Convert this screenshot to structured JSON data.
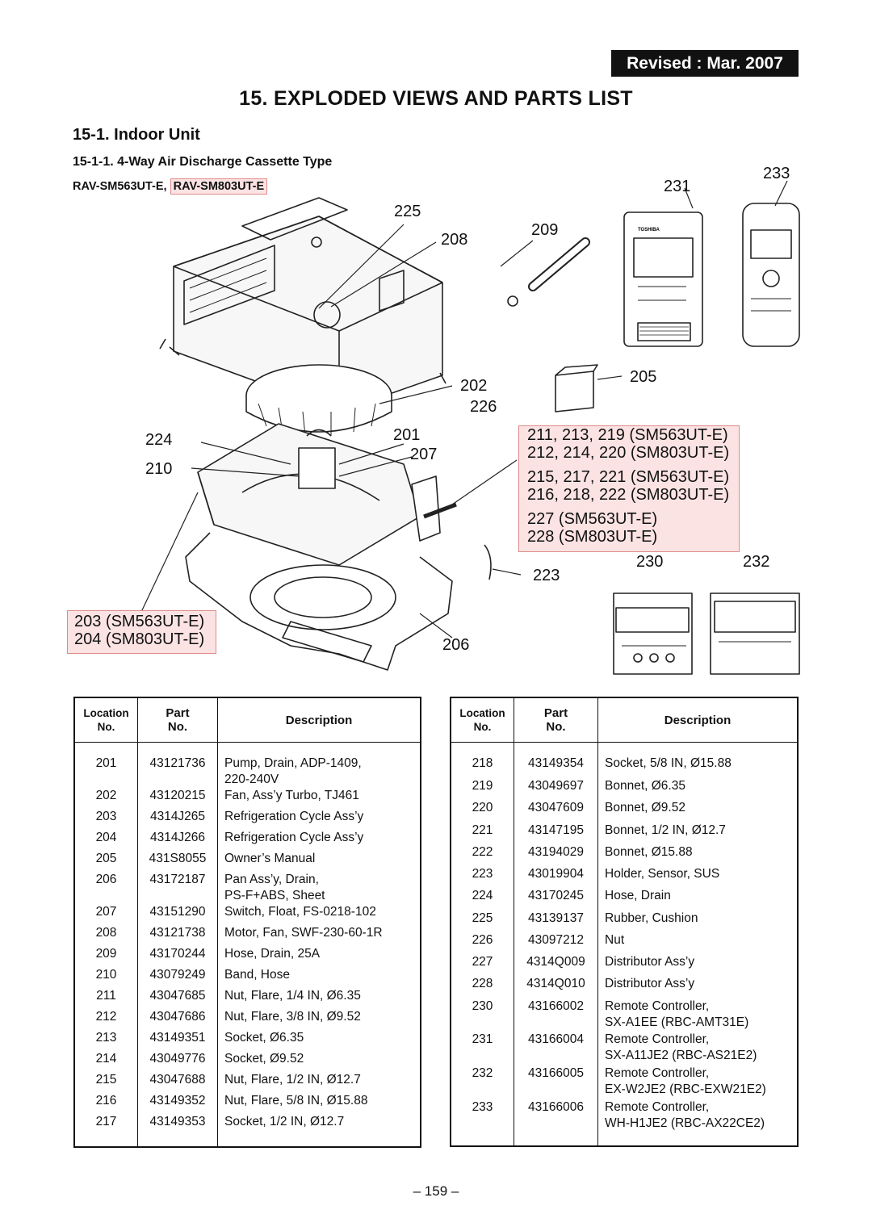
{
  "header": {
    "revised": "Revised : Mar. 2007"
  },
  "title": "15.  EXPLODED VIEWS AND PARTS LIST",
  "section": "15-1.  Indoor Unit",
  "subsection": "15-1-1.  4-Way Air Discharge Cassette Type",
  "models": {
    "normal": "RAV-SM563UT-E,",
    "highlighted": "RAV-SM803UT-E"
  },
  "diagram": {
    "labels": {
      "l233": "233",
      "l231": "231",
      "l225": "225",
      "l209": "209",
      "l208": "208",
      "l205": "205",
      "l202": "202",
      "l226": "226",
      "l224": "224",
      "l201": "201",
      "l207": "207",
      "l210": "210",
      "l230": "230",
      "l232": "232",
      "l223": "223",
      "l206": "206"
    },
    "box_lines": [
      "211, 213, 219 (SM563UT-E)",
      "212, 214, 220 (SM803UT-E)",
      "215, 217, 221 (SM563UT-E)",
      "216, 218, 222 (SM803UT-E)",
      "227 (SM563UT-E)",
      "228 (SM803UT-E)"
    ],
    "box2_lines": [
      "203 (SM563UT-E)",
      "204 (SM803UT-E)"
    ],
    "remote_brand": "TOSHIBA"
  },
  "table_headers": {
    "loc1": "Location",
    "loc2": "No.",
    "part1": "Part",
    "part2": "No.",
    "desc": "Description"
  },
  "left_table": [
    {
      "loc": "201",
      "part": "43121736",
      "desc": [
        "Pump, Drain, ADP-1409,",
        "220-240V"
      ]
    },
    {
      "loc": "202",
      "part": "43120215",
      "desc": [
        "Fan, Ass’y Turbo, TJ461"
      ]
    },
    {
      "loc": "203",
      "part": "4314J265",
      "desc": [
        "Refrigeration Cycle Ass’y"
      ]
    },
    {
      "loc": "204",
      "part": "4314J266",
      "desc": [
        "Refrigeration Cycle Ass’y"
      ]
    },
    {
      "loc": "205",
      "part": "431S8055",
      "desc": [
        "Owner’s Manual"
      ]
    },
    {
      "loc": "206",
      "part": "43172187",
      "desc": [
        "Pan Ass’y, Drain,",
        "PS-F+ABS, Sheet"
      ]
    },
    {
      "loc": "207",
      "part": "43151290",
      "desc": [
        "Switch, Float, FS-0218-102"
      ]
    },
    {
      "loc": "208",
      "part": "43121738",
      "desc": [
        "Motor, Fan, SWF-230-60-1R"
      ]
    },
    {
      "loc": "209",
      "part": "43170244",
      "desc": [
        "Hose, Drain, 25A"
      ]
    },
    {
      "loc": "210",
      "part": "43079249",
      "desc": [
        "Band, Hose"
      ]
    },
    {
      "loc": "211",
      "part": "43047685",
      "desc": [
        "Nut, Flare, 1/4 IN, Ø6.35"
      ]
    },
    {
      "loc": "212",
      "part": "43047686",
      "desc": [
        "Nut, Flare, 3/8 IN, Ø9.52"
      ]
    },
    {
      "loc": "213",
      "part": "43149351",
      "desc": [
        "Socket, Ø6.35"
      ]
    },
    {
      "loc": "214",
      "part": "43049776",
      "desc": [
        "Socket, Ø9.52"
      ]
    },
    {
      "loc": "215",
      "part": "43047688",
      "desc": [
        "Nut, Flare, 1/2 IN, Ø12.7"
      ]
    },
    {
      "loc": "216",
      "part": "43149352",
      "desc": [
        "Nut, Flare, 5/8 IN, Ø15.88"
      ]
    },
    {
      "loc": "217",
      "part": "43149353",
      "desc": [
        "Socket, 1/2 IN, Ø12.7"
      ]
    }
  ],
  "right_table": [
    {
      "loc": "218",
      "part": "43149354",
      "desc": [
        "Socket, 5/8 IN, Ø15.88"
      ]
    },
    {
      "loc": "219",
      "part": "43049697",
      "desc": [
        "Bonnet, Ø6.35"
      ]
    },
    {
      "loc": "220",
      "part": "43047609",
      "desc": [
        "Bonnet, Ø9.52"
      ]
    },
    {
      "loc": "221",
      "part": "43147195",
      "desc": [
        "Bonnet, 1/2 IN, Ø12.7"
      ]
    },
    {
      "loc": "222",
      "part": "43194029",
      "desc": [
        "Bonnet, Ø15.88"
      ]
    },
    {
      "loc": "223",
      "part": "43019904",
      "desc": [
        "Holder, Sensor, SUS"
      ]
    },
    {
      "loc": "224",
      "part": "43170245",
      "desc": [
        "Hose, Drain"
      ]
    },
    {
      "loc": "225",
      "part": "43139137",
      "desc": [
        "Rubber, Cushion"
      ]
    },
    {
      "loc": "226",
      "part": "43097212",
      "desc": [
        "Nut"
      ]
    },
    {
      "loc": "227",
      "part": "4314Q009",
      "desc": [
        "Distributor Ass’y"
      ]
    },
    {
      "loc": "228",
      "part": "4314Q010",
      "desc": [
        "Distributor Ass’y"
      ]
    },
    {
      "loc": "230",
      "part": "43166002",
      "desc": [
        "Remote Controller,",
        "SX-A1EE (RBC-AMT31E)"
      ]
    },
    {
      "loc": "231",
      "part": "43166004",
      "desc": [
        "Remote Controller,",
        "SX-A11JE2 (RBC-AS21E2)"
      ]
    },
    {
      "loc": "232",
      "part": "43166005",
      "desc": [
        "Remote Controller,",
        "EX-W2JE2 (RBC-EXW21E2)"
      ]
    },
    {
      "loc": "233",
      "part": "43166006",
      "desc": [
        "Remote Controller,",
        "WH-H1JE2 (RBC-AX22CE2)"
      ]
    }
  ],
  "page_number": "– 159 –"
}
